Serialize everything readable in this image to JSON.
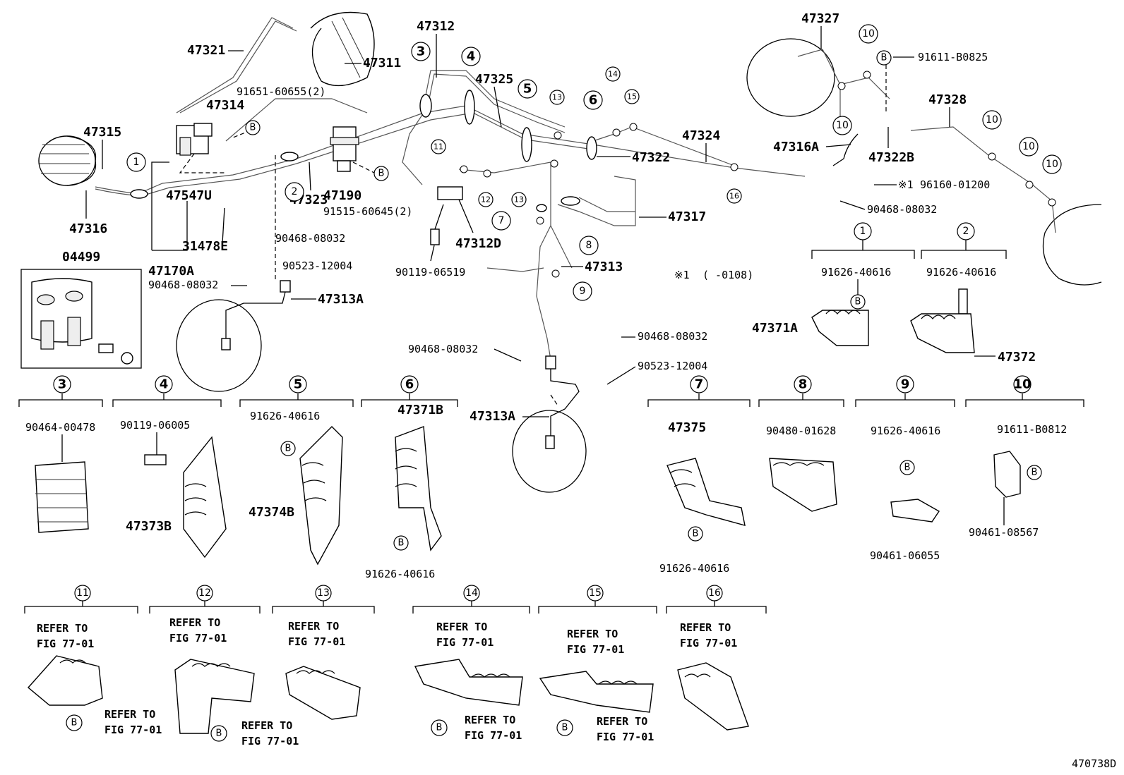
{
  "parts": {
    "p47321": "47321",
    "p47311": "47311",
    "p91651": "91651-60655(2)",
    "p47314": "47314",
    "p47315": "47315",
    "p47316": "47316",
    "p47547U": "47547U",
    "p31478E": "31478E",
    "p47323": "47323",
    "p47190": "47190",
    "p91515": "91515-60645(2)",
    "p47170A": "47170A",
    "p04499": "04499",
    "p90468a": "90468-08032",
    "p90523a": "90523-12004",
    "p90468b": "90468-08032",
    "p47313A_top": "47313A",
    "p47312": "47312",
    "p47325": "47325",
    "p47322": "47322",
    "p47324": "47324",
    "p47317": "47317",
    "p47313": "47313",
    "p47312D": "47312D",
    "p90119a": "90119-06519",
    "p47327": "47327",
    "p91611a": "91611-B0825",
    "p47328": "47328",
    "p47316A": "47316A",
    "p47322B": "47322B",
    "p96160": "96160-01200",
    "p90468c": "90468-08032",
    "star_note_mark": "※1",
    "star_note_range": "(    -0108)",
    "star_mark_96160": "※1",
    "p90468d": "90468-08032",
    "p90523b": "90523-12004",
    "p90468e": "90468-08032",
    "p47313A_mid": "47313A",
    "d1_part": "91626-40616",
    "d1_clamp": "47371A",
    "d2_part": "91626-40616",
    "d2_clamp": "47372",
    "d3_part": "90464-00478",
    "d4_part": "90119-06005",
    "d4_clamp": "47373B",
    "d5_part": "91626-40616",
    "d5_clamp": "47374B",
    "d6_clamp": "47371B",
    "d6_part": "91626-40616",
    "d7_clamp": "47375",
    "d7_part": "91626-40616",
    "d8_part": "90480-01628",
    "d9_part": "91626-40616",
    "d9_clamp": "90461-06055",
    "d10_part": "91611-B0812",
    "d10_clamp": "90461-08567"
  },
  "callouts": [
    "1",
    "2",
    "3",
    "4",
    "5",
    "6",
    "7",
    "8",
    "9",
    "10",
    "11",
    "12",
    "13",
    "14",
    "15",
    "16"
  ],
  "b_symbol": "B",
  "refer_to": "REFER TO",
  "fig_ref": "FIG 77-01",
  "diagram_id": "470738D"
}
